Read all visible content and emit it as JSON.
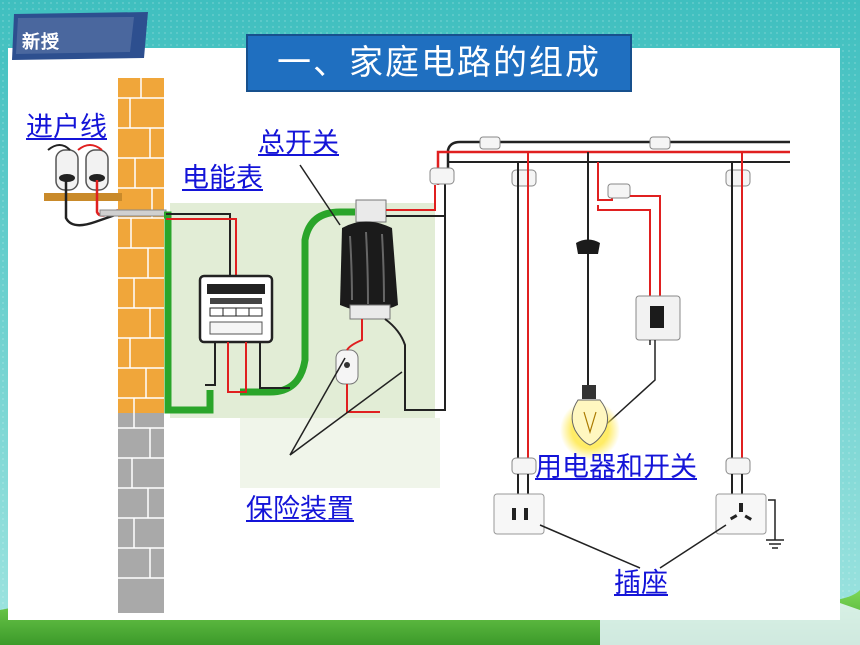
{
  "badge": {
    "label": "新授"
  },
  "slide": {
    "title": "一、家庭电路的组成"
  },
  "labels": {
    "service_line": "进户线",
    "main_switch": "总开关",
    "energy_meter": "电能表",
    "fuse_device": "保险装置",
    "appliance_and_switch": "用电器和开关",
    "socket": "插座"
  },
  "colors": {
    "title_bg": "#1f6fc0",
    "label_text": "#1414d8",
    "live_wire": "#e02020",
    "neutral_wire": "#222222",
    "ground_wire": "#2aa52a",
    "brick": "#f0a63a",
    "panel_bg": "#e2edd6"
  }
}
